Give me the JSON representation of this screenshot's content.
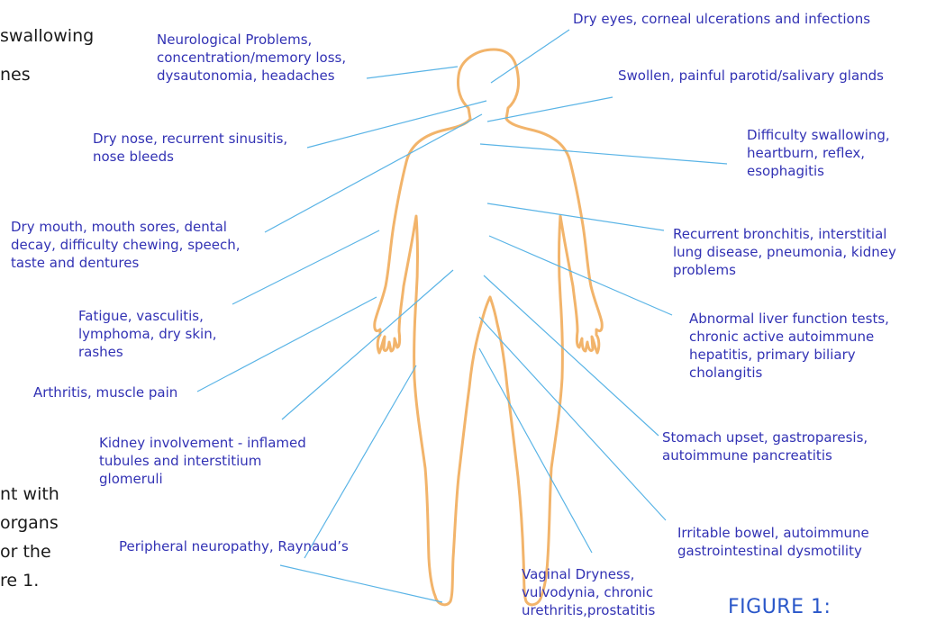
{
  "background_fragments": [
    "swallowing",
    "nes",
    "nt  with",
    "organs",
    "or  the",
    "re 1."
  ],
  "labels": {
    "neurological": "Neurological Problems,\nconcentration/memory loss,\ndysautonomia, headaches",
    "dry_eyes": "Dry eyes, corneal ulcerations and infections",
    "parotid": "Swollen, painful parotid/salivary glands",
    "dry_nose": "Dry nose, recurrent sinusitis,\nnose bleeds",
    "swallowing": "Difficulty swallowing,\nheartburn, reflex,\nesophagitis",
    "dry_mouth": "Dry mouth, mouth sores, dental\ndecay, difficulty chewing, speech,\ntaste and dentures",
    "bronchitis": "Recurrent bronchitis, interstitial\nlung disease, pneumonia, kidney\nproblems",
    "fatigue": "Fatigue, vasculitis,\nlymphoma, dry skin,\nrashes",
    "liver": "Abnormal liver function tests,\nchronic active autoimmune\nhepatitis, primary biliary\ncholangitis",
    "arthritis": "Arthritis, muscle pain",
    "stomach": "Stomach upset, gastroparesis,\nautoimmune pancreatitis",
    "kidney": "Kidney involvement - inflamed\ntubules and interstitium\nglomeruli",
    "bowel": "Irritable bowel, autoimmune\ngastrointestinal dysmotility",
    "neuropathy": "Peripheral neuropathy, Raynaud’s",
    "vaginal": "Vaginal Dryness,\nvulvodynia,   chronic\nurethritis,prostatitis"
  },
  "figure_title": "FIGURE 1:",
  "colors": {
    "body_outline": "#f2b46b",
    "leader_line": "#5ab4e6",
    "label_text": "#3232b4",
    "figure_title": "#2a57c9"
  }
}
